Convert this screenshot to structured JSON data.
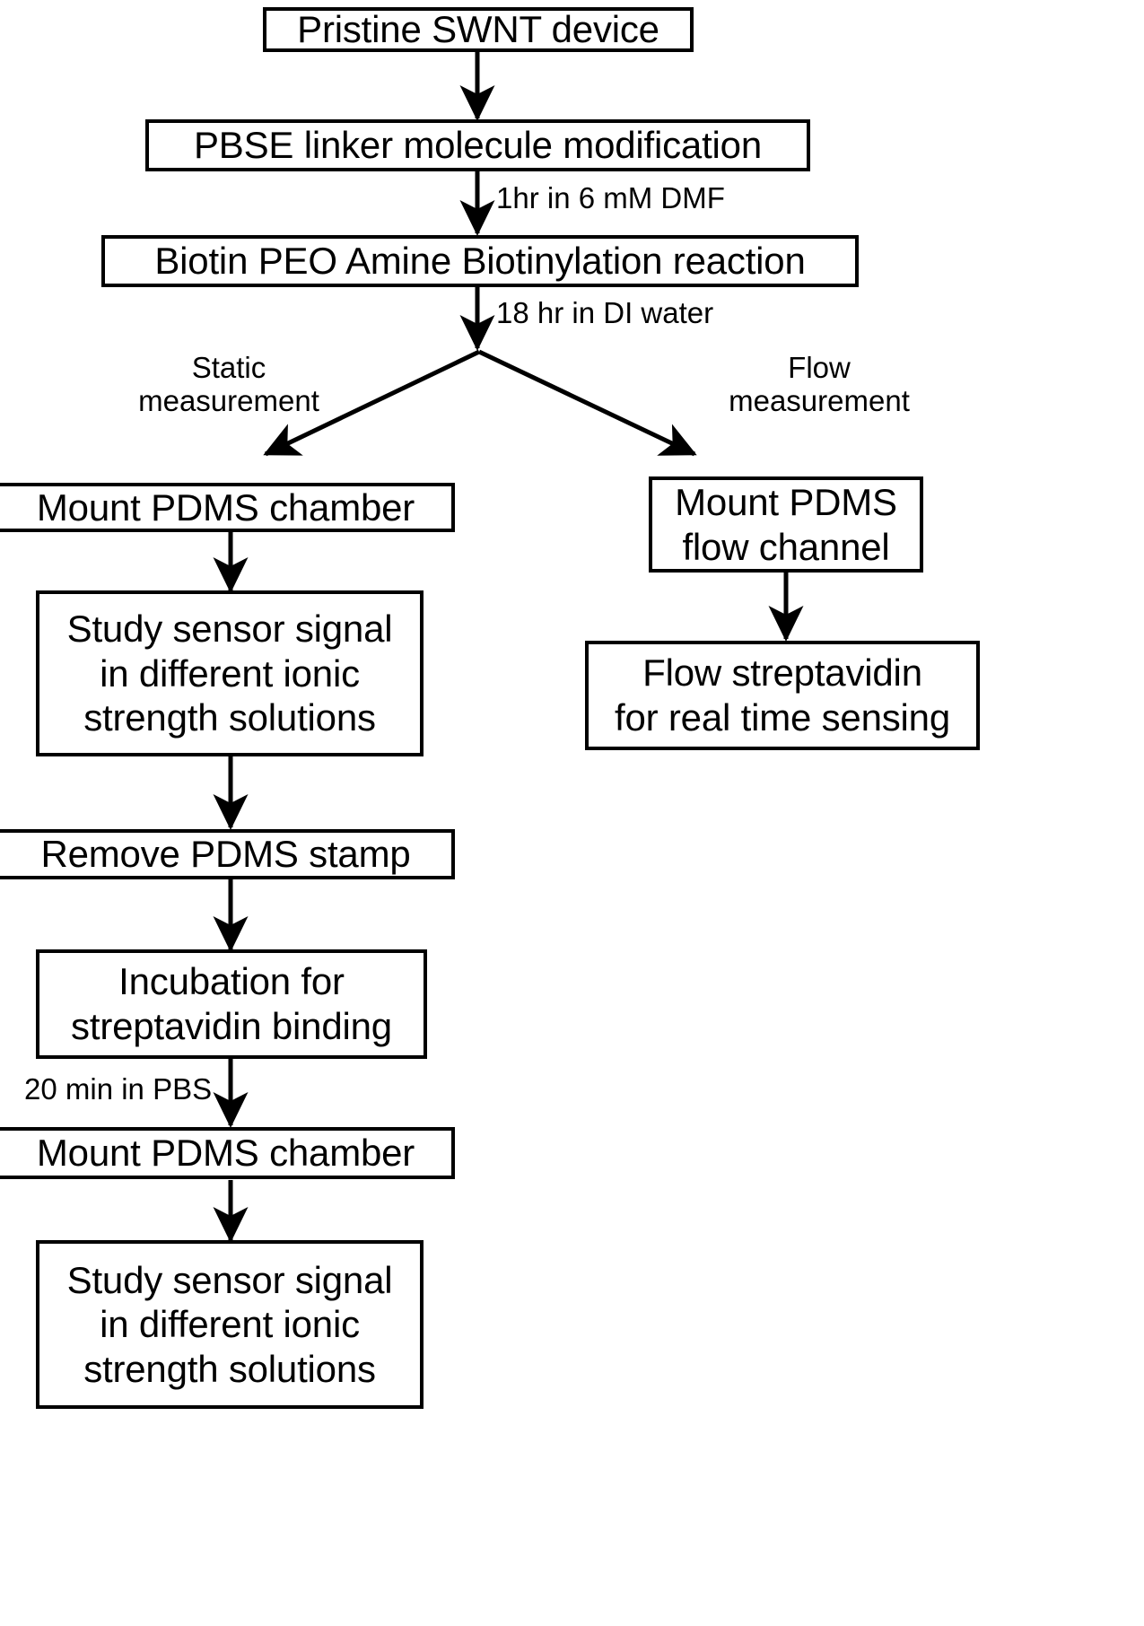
{
  "diagram": {
    "title_present": false,
    "ink_color": "#000000",
    "background_color": "#ffffff",
    "nodes": [
      {
        "id": "pristine",
        "label": "Pristine SWNT device"
      },
      {
        "id": "pbse",
        "label": "PBSE linker molecule modification"
      },
      {
        "id": "biotin",
        "label": "Biotin PEO Amine Biotinylation reaction"
      },
      {
        "id": "mount_chamber_1",
        "label": "Mount PDMS chamber"
      },
      {
        "id": "study_signal_1",
        "label": "Study sensor signal\nin different ionic\nstrength solutions"
      },
      {
        "id": "remove_stamp",
        "label": "Remove PDMS stamp"
      },
      {
        "id": "incubation",
        "label": "Incubation for\nstreptavidin binding"
      },
      {
        "id": "mount_chamber_2",
        "label": "Mount PDMS chamber"
      },
      {
        "id": "study_signal_2",
        "label": "Study sensor signal\nin different ionic\nstrength solutions"
      },
      {
        "id": "mount_flow",
        "label": "Mount PDMS\nflow channel"
      },
      {
        "id": "flow_strep",
        "label": "Flow streptavidin\nfor real time sensing"
      }
    ],
    "edge_labels": [
      {
        "id": "dmf",
        "text": "1hr in 6 mM DMF"
      },
      {
        "id": "di",
        "text": "18 hr in DI water"
      },
      {
        "id": "static",
        "text": "Static\nmeasurement"
      },
      {
        "id": "flow",
        "text": "Flow\nmeasurement"
      },
      {
        "id": "pbs",
        "text": "20 min in PBS"
      }
    ]
  }
}
